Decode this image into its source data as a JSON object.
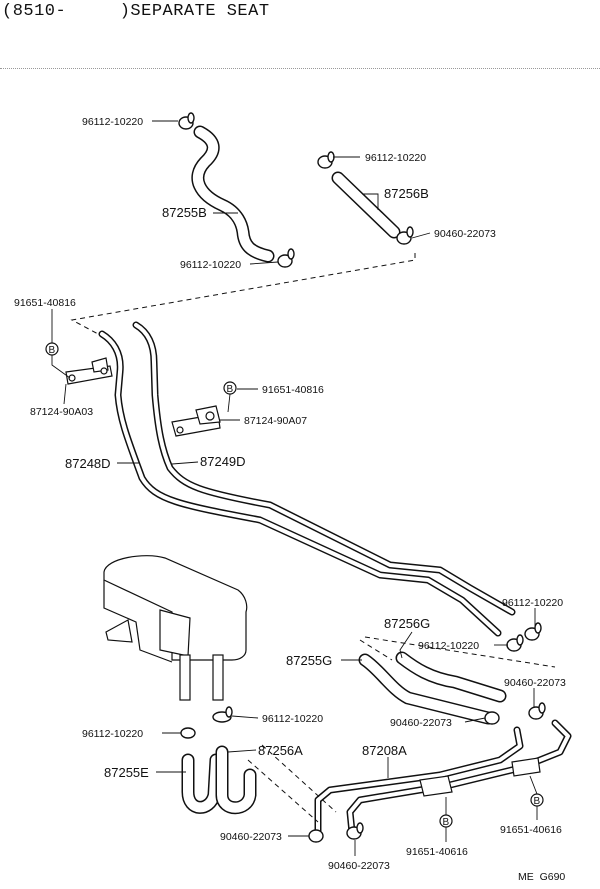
{
  "header": {
    "title": "(8510-     )SEPARATE SEAT"
  },
  "labels": {
    "c1": "96112-10220",
    "c2": "96112-10220",
    "h1": "87255B",
    "h2": "87256B",
    "c3": "96112-10220",
    "c4": "90460-22073",
    "b1": "91651-40816",
    "b1_mark": "B",
    "br1": "87124-90A03",
    "b2": "91651-40816",
    "b2_mark": "B",
    "br2": "87124-90A07",
    "p1": "87248D",
    "p2": "87249D",
    "c5": "96112-10220",
    "h3": "87256G",
    "c6": "96112-10220",
    "h4": "87255G",
    "c7": "90460-22073",
    "c8": "90460-22073",
    "c9": "96112-10220",
    "c10": "96112-10220",
    "h5": "87256A",
    "p3": "87208A",
    "h6": "87255E",
    "c11": "90460-22073",
    "b3_mark": "B",
    "b3": "91651-40616",
    "b4_mark": "B",
    "b4": "91651-40616",
    "c12": "90460-22073"
  },
  "footer": {
    "ref": "ME  G690"
  }
}
